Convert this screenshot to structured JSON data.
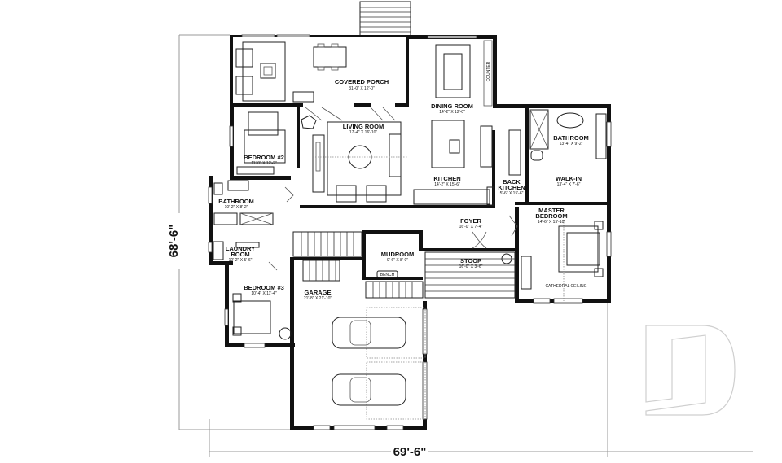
{
  "plan": {
    "overall_width": "69'-6\"",
    "overall_depth": "68'-6\"",
    "rooms": [
      {
        "name": "COVERED PORCH",
        "size": "31'-0\" X 12'-0\""
      },
      {
        "name": "DINING ROOM",
        "size": "14'-2\" X 12'-0\""
      },
      {
        "name": "LIVING ROOM",
        "size": "17'-4\" X 16'-10\""
      },
      {
        "name": "KITCHEN",
        "size": "14'-2\" X 15'-6\""
      },
      {
        "name": "BEDROOM #2",
        "size": "11'-0\" X 12'-2\""
      },
      {
        "name": "BATHROOM",
        "size": "10'-2\" X 8'-2\""
      },
      {
        "name": "LAUNDRY",
        "name2": "ROOM",
        "size": "10'-2\" X 5'-6\""
      },
      {
        "name": "BEDROOM #3",
        "size": "10'-4\" X 11'-4\""
      },
      {
        "name": "GARAGE",
        "size": "21'-8\" X 21'-10\""
      },
      {
        "name": "MUDROOM",
        "size": "9'-6\" X 8'-0\""
      },
      {
        "name": "FOYER",
        "size": "16'-0\" X 7'-4\""
      },
      {
        "name": "STOOP",
        "size": "16'-0\" X 3'-6\""
      },
      {
        "name": "BACK",
        "name2": "KITCHEN",
        "size": "5'-6\" X 15'-6\""
      },
      {
        "name": "BATHROOM",
        "size": "13'-4\" X 9'-2\""
      },
      {
        "name": "WALK-IN",
        "size": "13'-4\" X 7'-6\""
      },
      {
        "name": "MASTER",
        "name2": "BEDROOM",
        "size": "14'-6\" X 15'-10\""
      }
    ],
    "labels": {
      "counter": "COUNTER",
      "bench": "BENCH",
      "cathedral_ceiling": "CATHEDRAL CEILING"
    },
    "watermark": "D"
  }
}
